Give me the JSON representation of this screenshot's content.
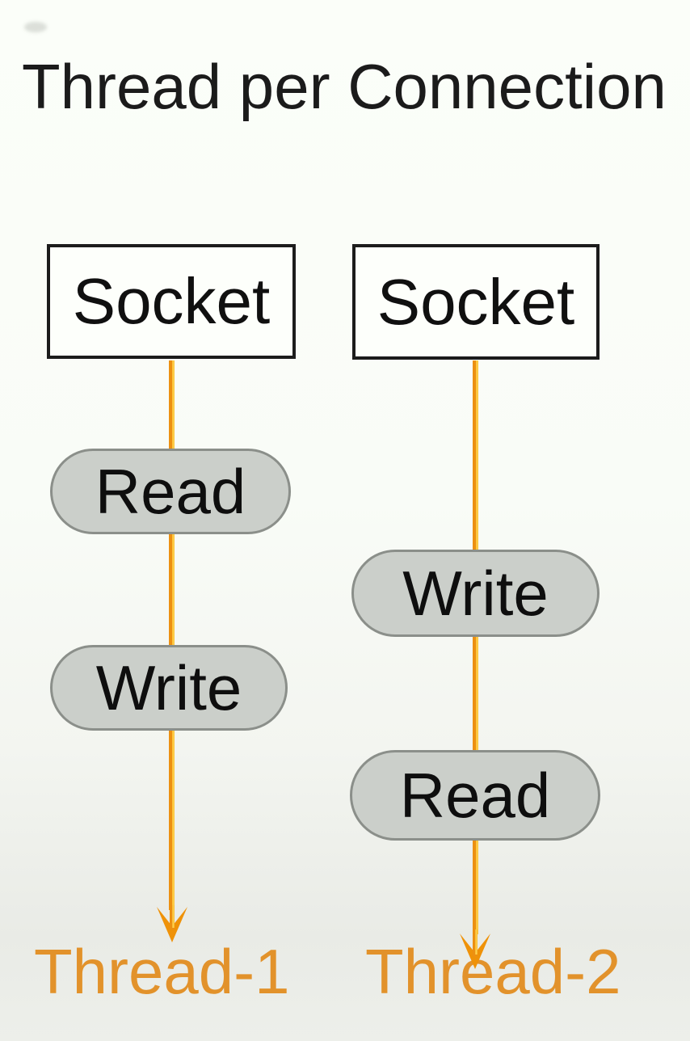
{
  "title": "Thread per Connection",
  "columns": [
    {
      "socket_label": "Socket",
      "steps": [
        "Read",
        "Write"
      ],
      "thread_label": "Thread-1"
    },
    {
      "socket_label": "Socket",
      "steps": [
        "Write",
        "Read"
      ],
      "thread_label": "Thread-2"
    }
  ],
  "colors": {
    "arrow_main": "#ec9012",
    "arrow_highlight": "#ffd04a",
    "arrow_head": "#ef9208",
    "thread_label": "#e2922b",
    "pill_fill": "#cbcfca",
    "pill_border": "#8b8f8a",
    "box_border": "#1c1c1c",
    "title_text": "#1b1b1b"
  }
}
